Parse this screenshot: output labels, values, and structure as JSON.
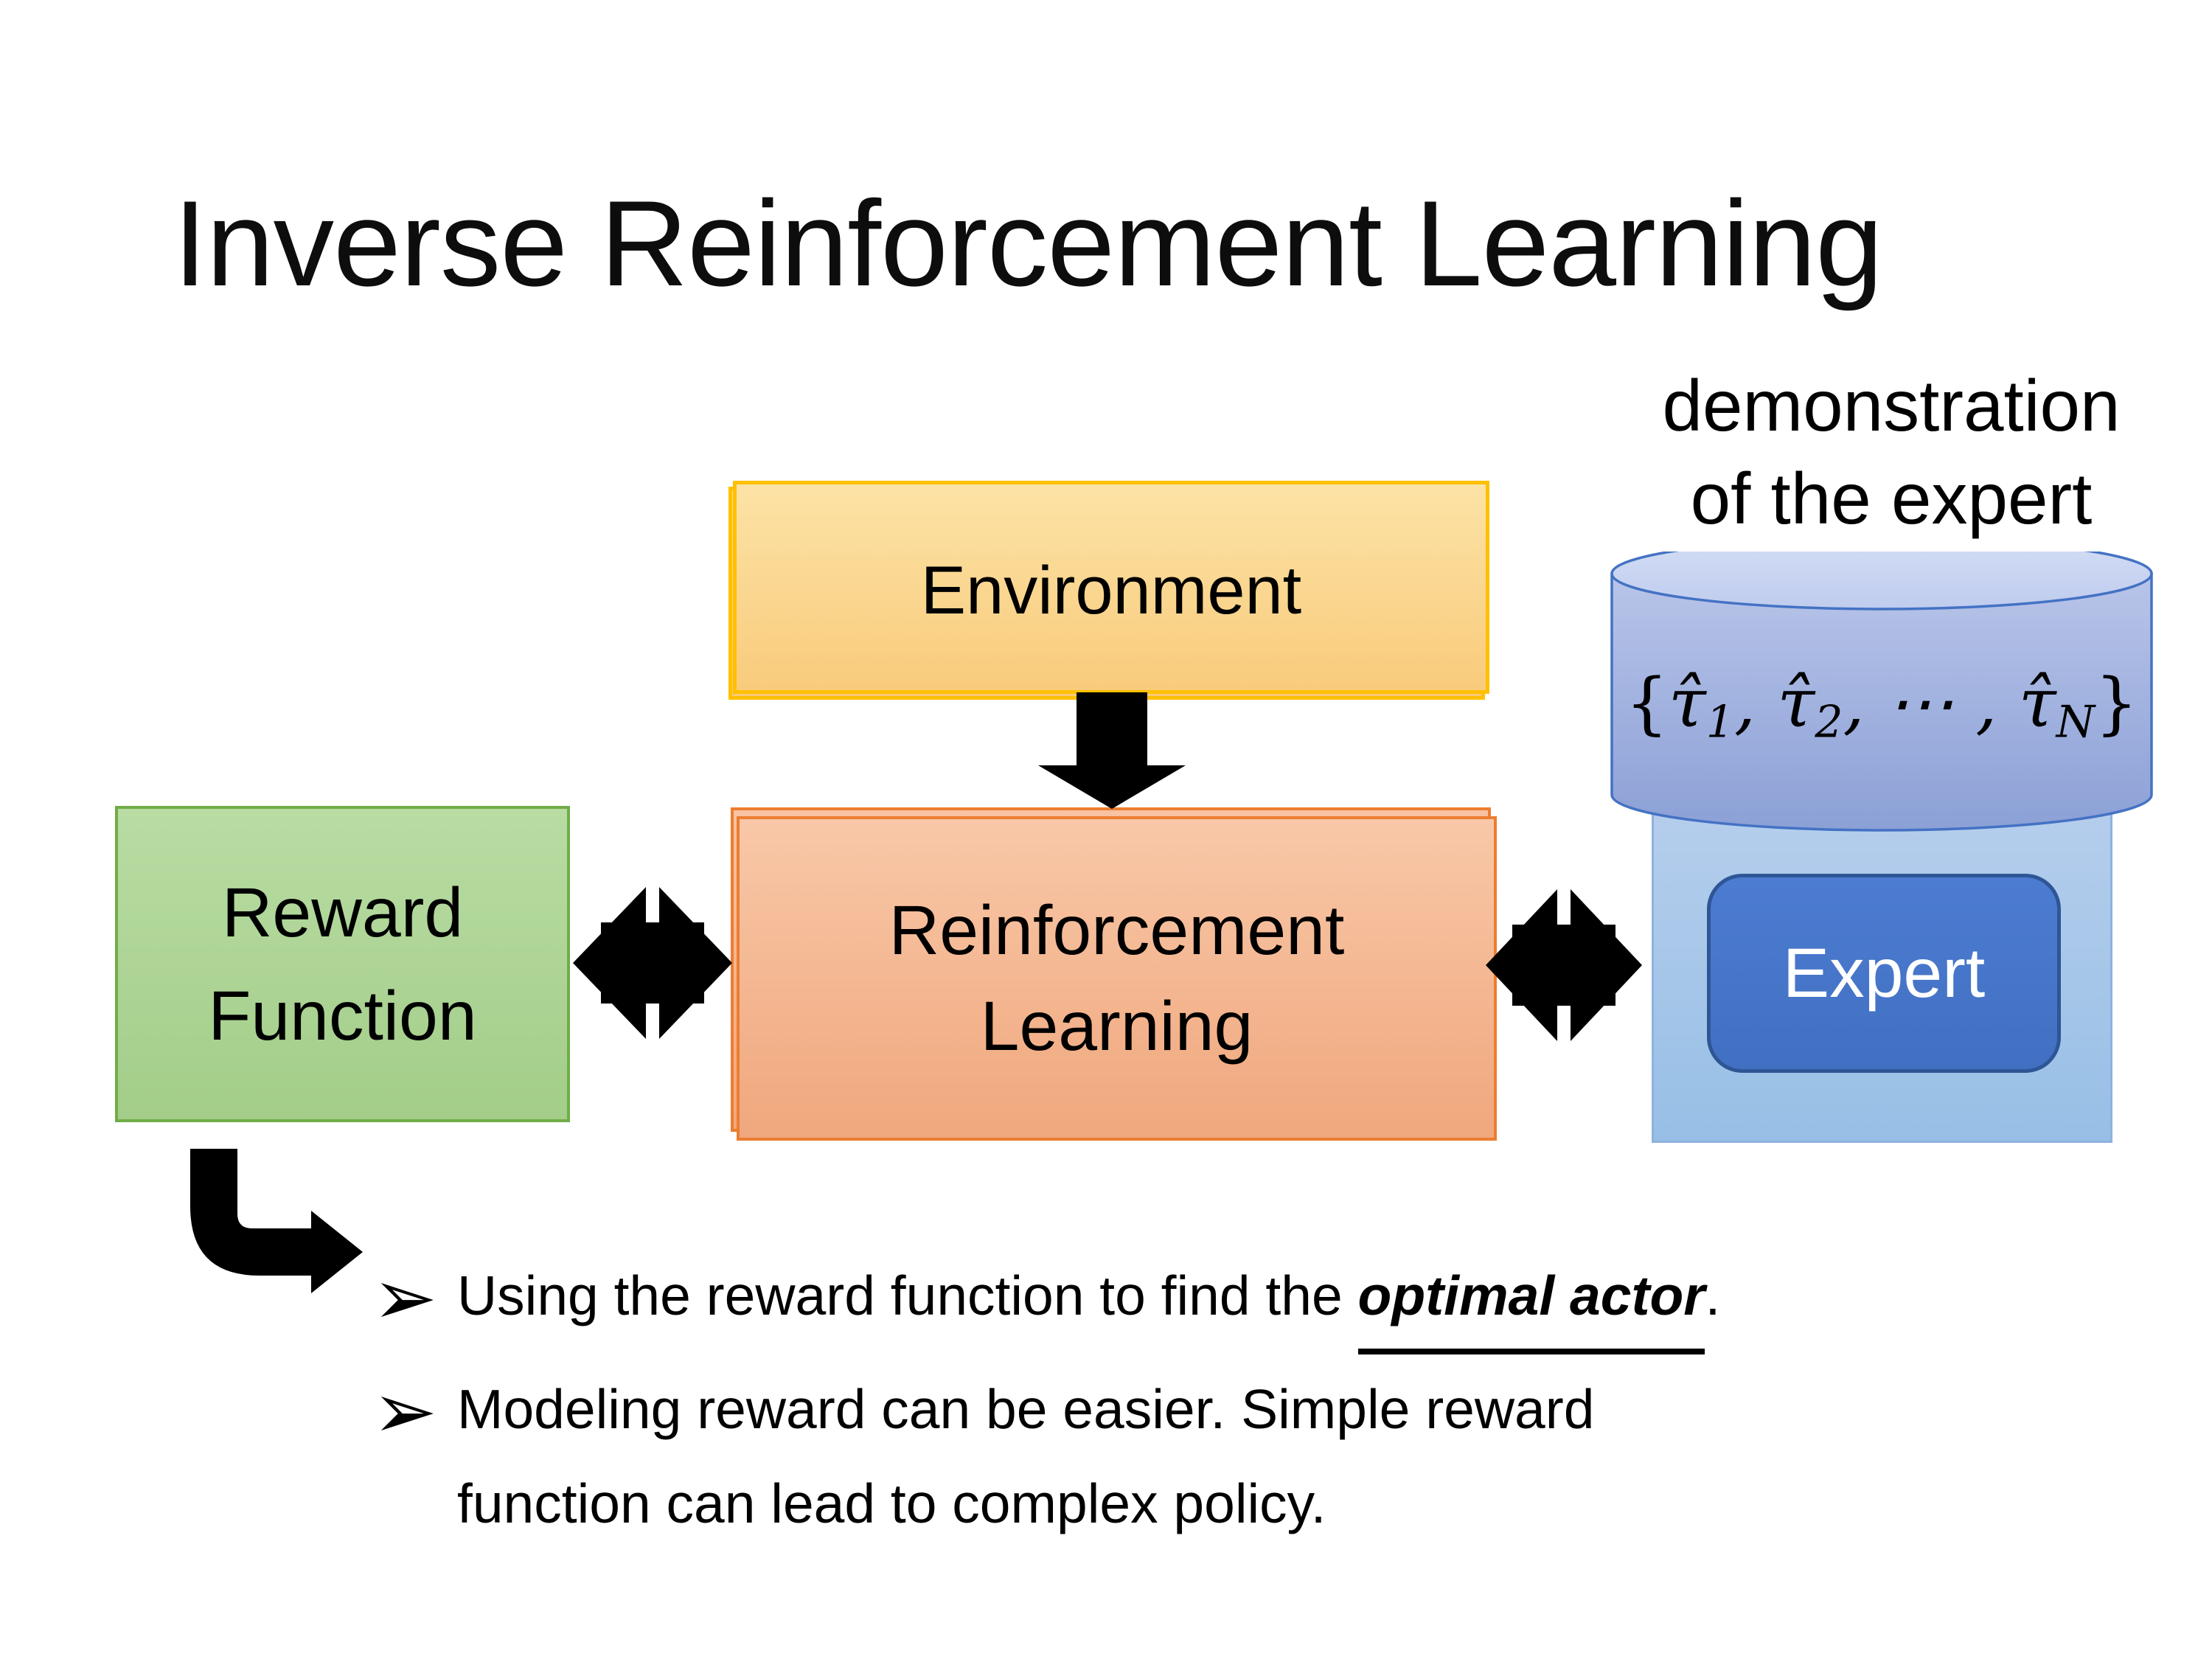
{
  "slide": {
    "title": "Inverse Reinforcement Learning"
  },
  "demo_label": {
    "line1": "demonstration",
    "line2": "of the expert"
  },
  "boxes": {
    "environment": {
      "label": "Environment"
    },
    "reward": {
      "line1": "Reward",
      "line2": "Function"
    },
    "reinforcement": {
      "line1": "Reinforcement",
      "line2": "Learning"
    },
    "expert": {
      "label": "Expert"
    }
  },
  "cylinder": {
    "formula": {
      "open": "{",
      "tau": "τ̂",
      "sub1": "1",
      "sep1": ", ",
      "sub2": "2",
      "sep2": ", ⋯ , ",
      "subN": "N",
      "close": "}"
    }
  },
  "bullets": {
    "marker": "➢",
    "item1": {
      "prefix": "Using the reward function to find the ",
      "emphasis": "optimal actor",
      "suffix": "."
    },
    "item2": {
      "line1": "Modeling reward can be easier. Simple reward",
      "line2": "function can lead to complex policy."
    }
  },
  "colors": {
    "environment_border": "#FFC000",
    "environment_fill_top": "#FCE3A6",
    "environment_fill_bottom": "#F9CB7C",
    "reinforcement_border": "#ED7D31",
    "reinforcement_fill_top": "#F8C8A8",
    "reinforcement_fill_bottom": "#F0A77D",
    "reward_border": "#70AD47",
    "reward_fill_top": "#B8DCA3",
    "reward_fill_bottom": "#A3CD89",
    "expert_container_fill": "#A6C6E9",
    "expert_button_fill": "#4472C4",
    "expert_button_border": "#2E5696",
    "cylinder_stroke": "#4472C4",
    "cylinder_fill_top": "#C9D5F0",
    "cylinder_fill_bottom": "#8BA0D6",
    "arrow_color": "#000000",
    "text_color": "#000000",
    "background": "#FFFFFF"
  }
}
